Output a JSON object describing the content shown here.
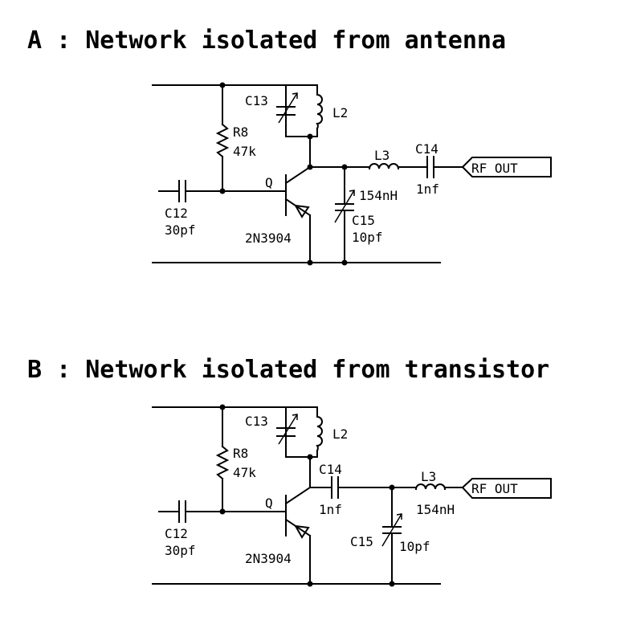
{
  "titles": {
    "a": "A : Network isolated from antenna",
    "b": "B : Network isolated from transistor"
  },
  "circuit_a": {
    "c13": "C13",
    "l2": "L2",
    "r8": "R8",
    "r8_value": "47k",
    "q": "Q",
    "q_part": "2N3904",
    "c12": "C12",
    "c12_value": "30pf",
    "l3": "L3",
    "l3_value": "154nH",
    "c14": "C14",
    "c14_value": "1nf",
    "c15": "C15",
    "c15_value": "10pf",
    "rf_out": "RF OUT"
  },
  "circuit_b": {
    "c13": "C13",
    "l2": "L2",
    "r8": "R8",
    "r8_value": "47k",
    "q": "Q",
    "q_part": "2N3904",
    "c12": "C12",
    "c12_value": "30pf",
    "c14": "C14",
    "c14_value": "1nf",
    "l3": "L3",
    "l3_value": "154nH",
    "c15": "C15",
    "c15_value": "10pf",
    "rf_out": "RF OUT"
  }
}
